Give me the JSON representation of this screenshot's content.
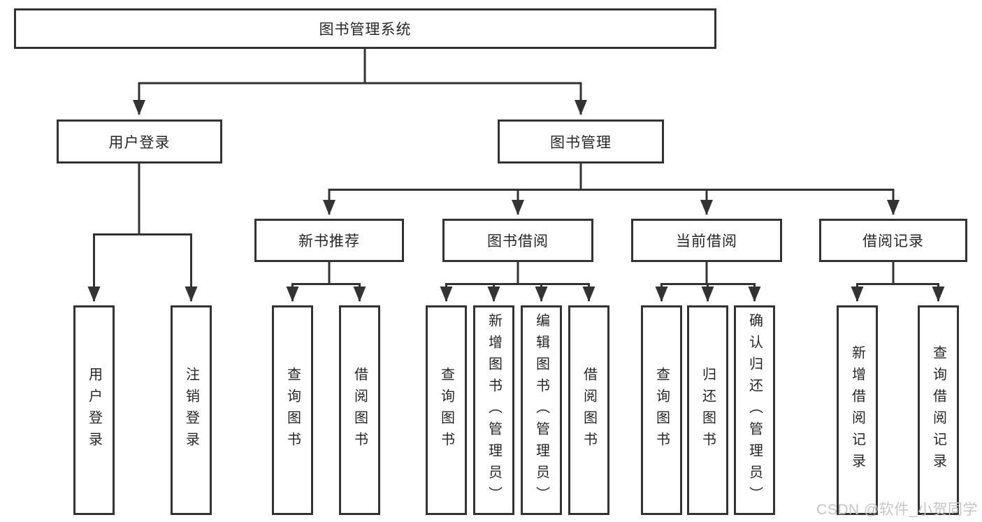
{
  "tree": {
    "root": "图书管理系统",
    "branches": [
      {
        "label": "用户登录",
        "children": [
          "用户登录",
          "注销登录"
        ]
      },
      {
        "label": "图书管理",
        "groups": [
          {
            "label": "新书推荐",
            "children": [
              "查询图书",
              "借阅图书"
            ]
          },
          {
            "label": "图书借阅",
            "children": [
              "查询图书",
              "新增图书（管理员）",
              "编辑图书（管理员）",
              "借阅图书"
            ]
          },
          {
            "label": "当前借阅",
            "children": [
              "查询图书",
              "归还图书",
              "确认归还（管理员）"
            ]
          },
          {
            "label": "借阅记录",
            "children": [
              "新增借阅记录",
              "查询借阅记录"
            ]
          }
        ]
      }
    ]
  },
  "watermark": "CSDN @软件_小贺同学",
  "colors": {
    "line": "#333333",
    "text": "#262626",
    "watermark": "#c4c4c4",
    "background": "#ffffff"
  }
}
